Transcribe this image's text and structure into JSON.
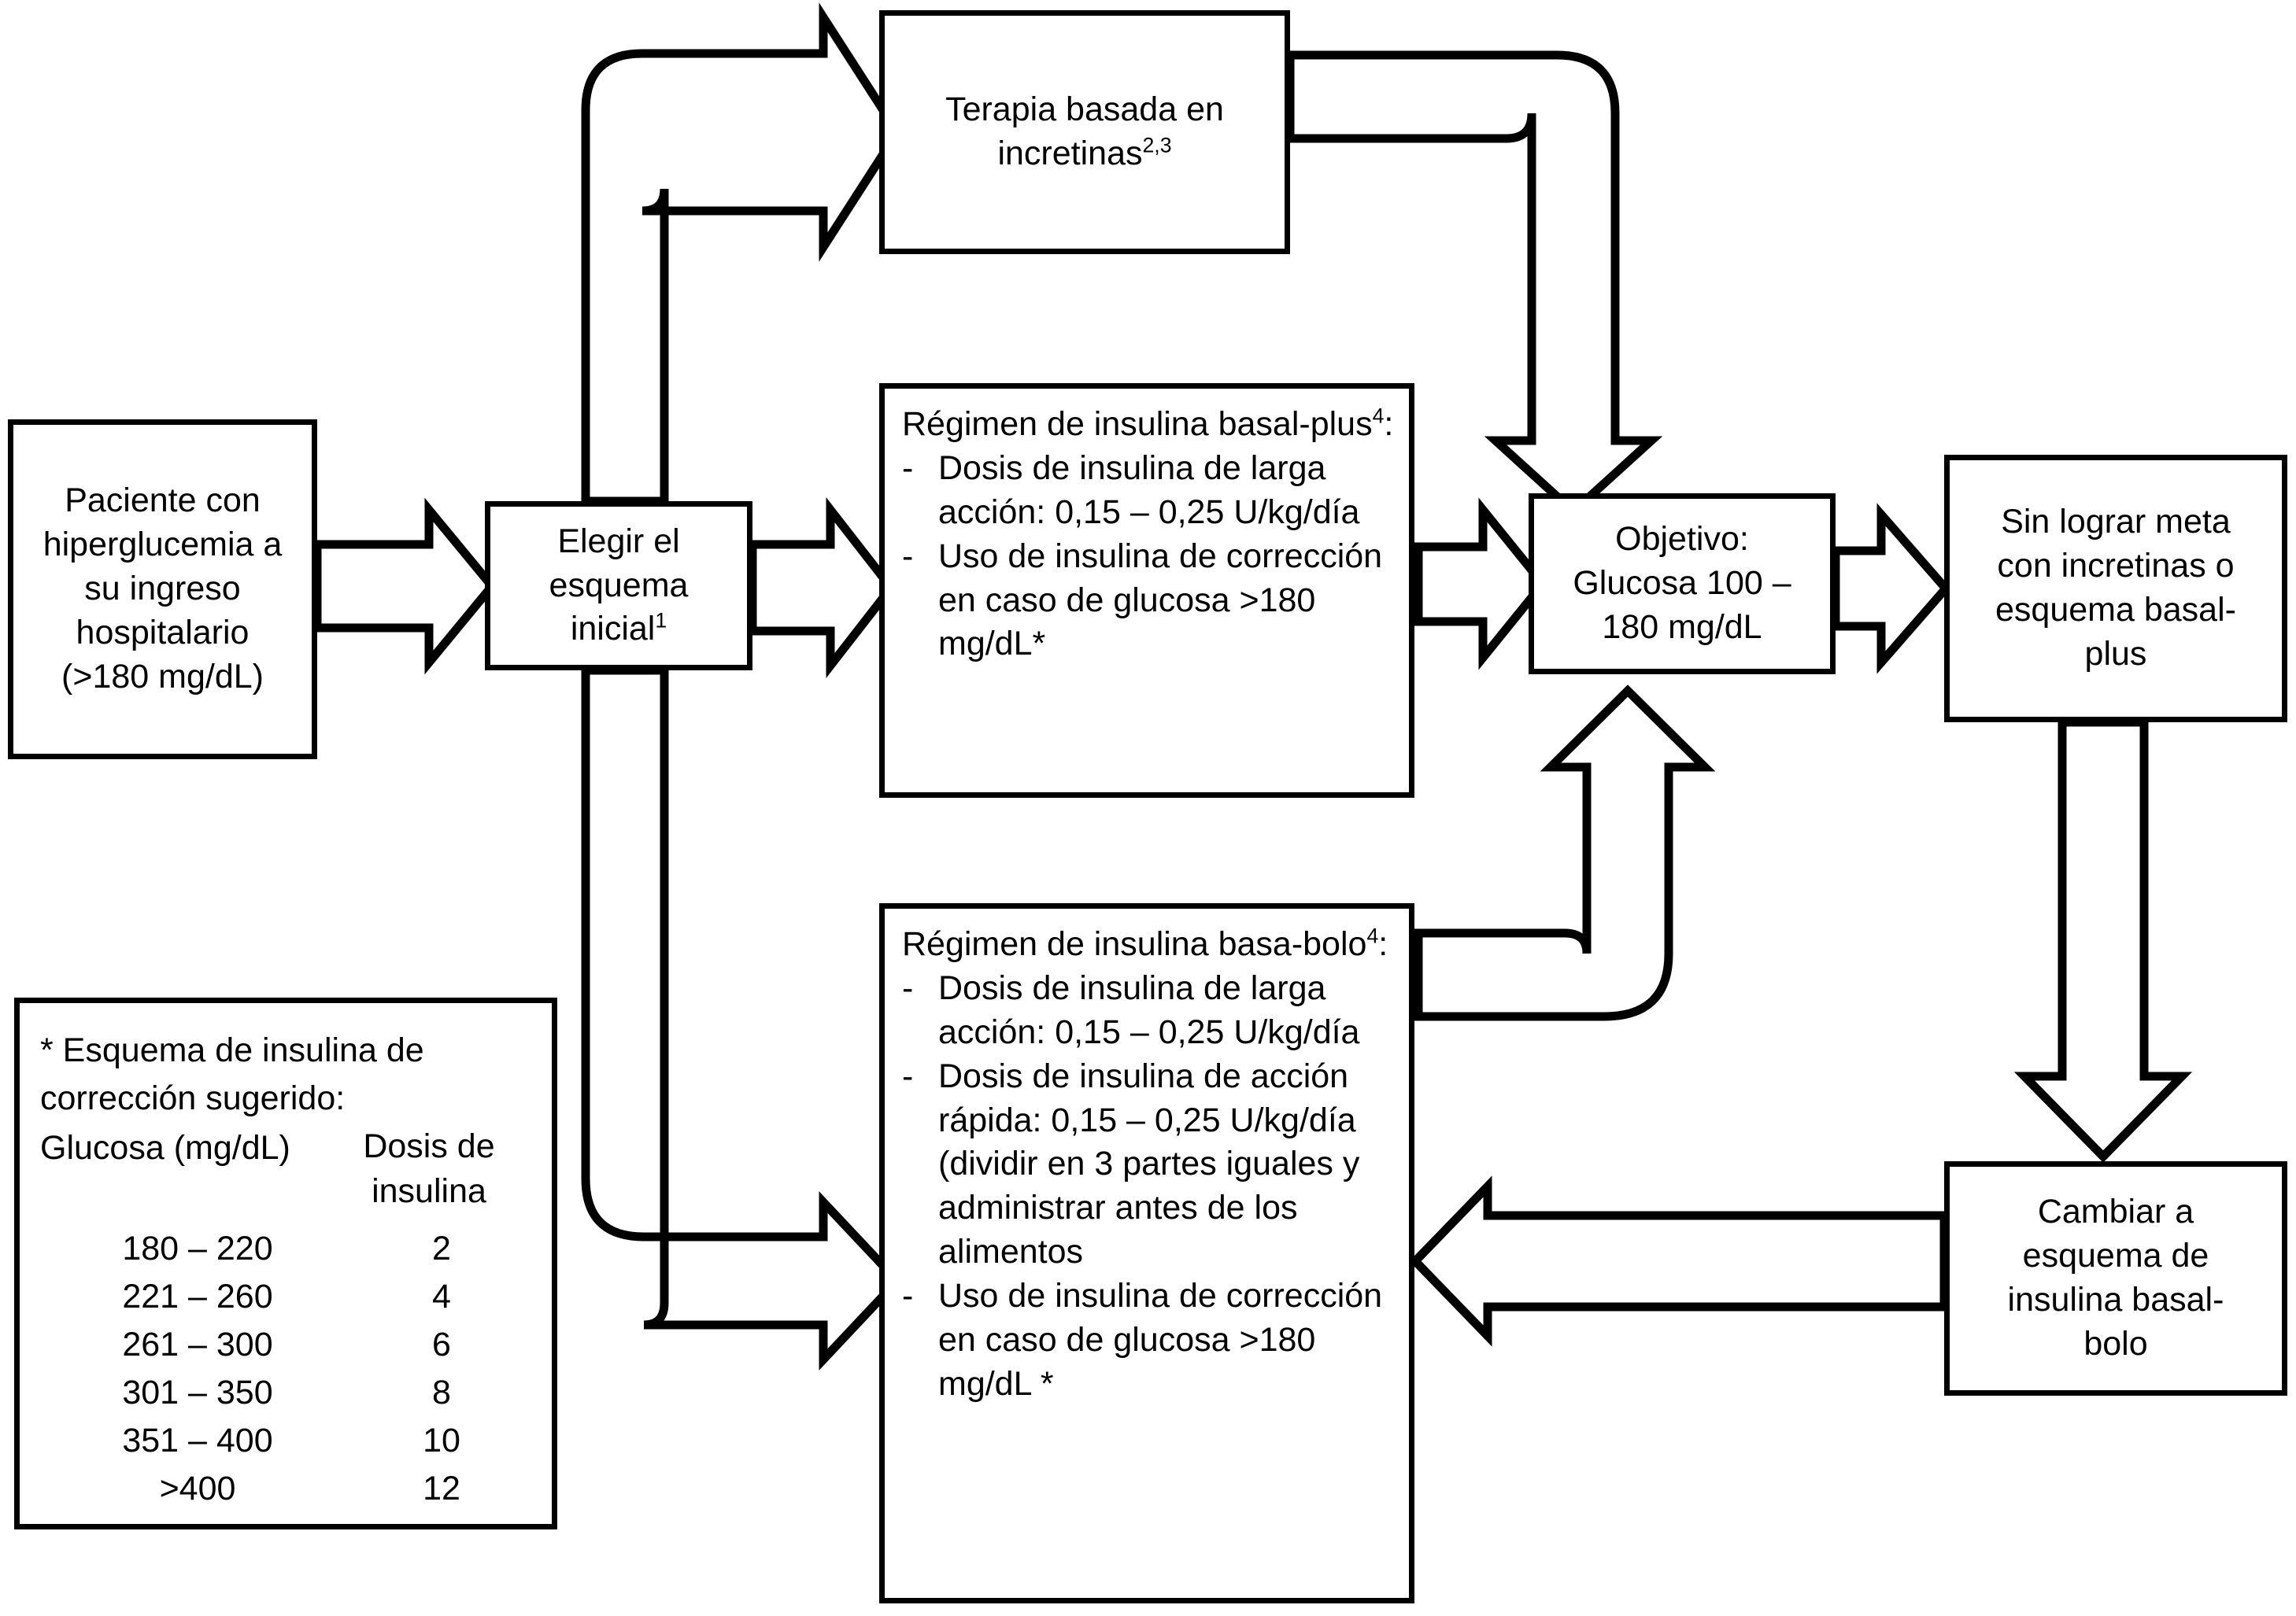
{
  "diagram": {
    "title": "Algoritmo de manejo de hiperglucemia hospitalaria",
    "stroke_color": "#000000",
    "fill_color": "#FFFFFF"
  },
  "nodes": {
    "patient": {
      "name": "paciente-con-hiperglucemia",
      "lines": [
        "Paciente con",
        "hiperglucemia a",
        "su ingreso",
        "hospitalario",
        "(>180 mg/dL)"
      ]
    },
    "choose": {
      "name": "elegir-esquema-inicial",
      "lines": [
        "Elegir el",
        "esquema",
        "inicial"
      ],
      "superscript": "1"
    },
    "incretin": {
      "name": "terapia-basada-en-incretinas",
      "lines": [
        "Terapia basada en",
        "incretinas"
      ],
      "superscript": "2,3"
    },
    "basal_plus": {
      "name": "regimen-insulina-basal-plus",
      "title": "Régimen de insulina basal-plus",
      "superscript": "4",
      "title_suffix": ":",
      "bullets": [
        "Dosis de insulina de larga acción: 0,15 – 0,25 U/kg/día",
        "Uso de insulina de corrección en caso de glucosa >180 mg/dL*"
      ]
    },
    "basal_bolo": {
      "name": "regimen-insulina-basa-bolo",
      "title": "Régimen de insulina basa-bolo",
      "superscript": "4",
      "title_suffix": ":",
      "bullets": [
        "Dosis de insulina de larga acción: 0,15 – 0,25 U/kg/día",
        "Dosis de insulina de acción rápida: 0,15 – 0,25 U/kg/día (dividir en 3 partes iguales y administrar antes de los alimentos",
        "Uso de insulina de corrección en caso de glucosa >180 mg/dL *"
      ]
    },
    "objective": {
      "name": "objetivo-glucosa",
      "lines": [
        "Objetivo:",
        "Glucosa 100 –",
        "180 mg/dL"
      ]
    },
    "fail": {
      "name": "sin-lograr-meta",
      "lines": [
        "Sin lograr meta",
        "con incretinas o",
        "esquema basal-",
        "plus"
      ]
    },
    "switch": {
      "name": "cambiar-a-basal-bolo",
      "lines": [
        "Cambiar a",
        "esquema de",
        "insulina basal-",
        "bolo"
      ]
    }
  },
  "legend": {
    "name": "esquema-insulina-correccion",
    "title": "* Esquema de insulina de\ncorrección sugerido:",
    "col1_header": "Glucosa (mg/dL)",
    "col2_header_line1": "Dosis de",
    "col2_header_line2": "insulina",
    "rows": [
      {
        "glucose": "180 – 220",
        "dose": "2"
      },
      {
        "glucose": "221 – 260",
        "dose": "4"
      },
      {
        "glucose": "261 – 300",
        "dose": "6"
      },
      {
        "glucose": "301 – 350",
        "dose": "8"
      },
      {
        "glucose": "351 – 400",
        "dose": "10"
      },
      {
        "glucose": ">400",
        "dose": "12"
      }
    ]
  },
  "edges": [
    {
      "name": "edge-patient-to-choose",
      "from": "patient",
      "to": "choose",
      "style": "block-arrow-right"
    },
    {
      "name": "edge-choose-to-incretin",
      "from": "choose",
      "to": "incretin",
      "style": "curved-block-arrow-up-right"
    },
    {
      "name": "edge-choose-to-basal-plus",
      "from": "choose",
      "to": "basal_plus",
      "style": "block-arrow-right"
    },
    {
      "name": "edge-choose-to-basal-bolo",
      "from": "choose",
      "to": "basal_bolo",
      "style": "curved-block-arrow-down-right"
    },
    {
      "name": "edge-incretin-to-objective",
      "from": "incretin",
      "to": "objective",
      "style": "curved-block-arrow-right-down"
    },
    {
      "name": "edge-basal-plus-to-objective",
      "from": "basal_plus",
      "to": "objective",
      "style": "block-arrow-right"
    },
    {
      "name": "edge-basal-bolo-to-objective",
      "from": "basal_bolo",
      "to": "objective",
      "style": "curved-block-arrow-right-up"
    },
    {
      "name": "edge-objective-to-fail",
      "from": "objective",
      "to": "fail",
      "style": "block-arrow-right"
    },
    {
      "name": "edge-fail-to-switch",
      "from": "fail",
      "to": "switch",
      "style": "block-arrow-down"
    },
    {
      "name": "edge-switch-to-basal-bolo",
      "from": "switch",
      "to": "basal_bolo",
      "style": "block-arrow-left"
    }
  ]
}
